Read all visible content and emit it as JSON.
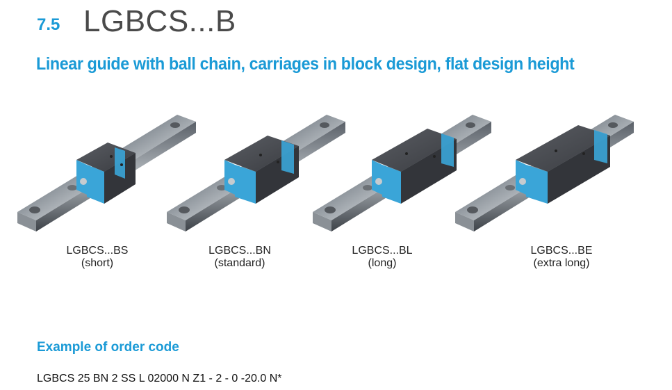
{
  "header": {
    "section_number": "7.5",
    "title": "LGBCS...B",
    "subtitle": "Linear guide with ball chain, carriages in block design, flat design height"
  },
  "products": [
    {
      "model": "LGBCS...BS",
      "variant": "(short)",
      "image": "linear-guide-short"
    },
    {
      "model": "LGBCS...BN",
      "variant": "(standard)",
      "image": "linear-guide-standard"
    },
    {
      "model": "LGBCS...BL",
      "variant": "(long)",
      "image": "linear-guide-long"
    },
    {
      "model": "LGBCS...BE",
      "variant": "(extra long)",
      "image": "linear-guide-extra-long"
    }
  ],
  "order": {
    "heading": "Example of order code",
    "code": "LGBCS 25 BN 2 SS L 02000 N Z1 - 2 - 0 -20.0 N*"
  },
  "colors": {
    "accent": "#1a9ad6",
    "end_cap": "#3aa5d8",
    "carriage": "#3d3f45",
    "rail": "#9aa0a6"
  }
}
